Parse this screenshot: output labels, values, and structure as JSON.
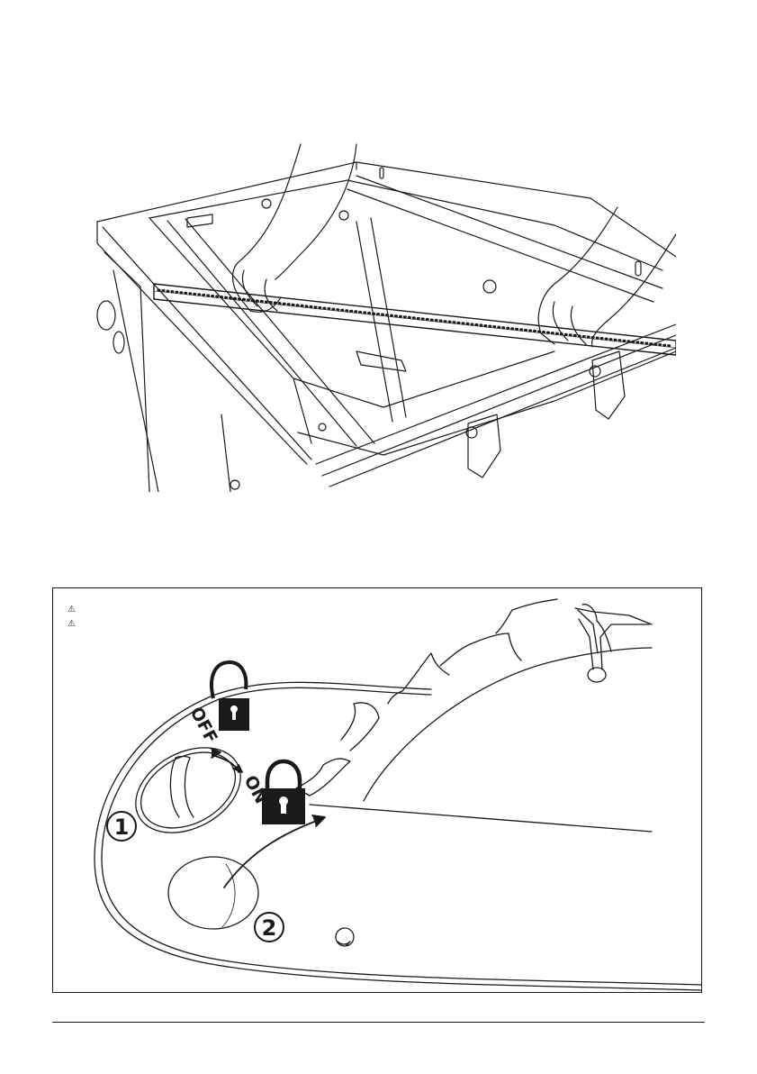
{
  "figures": {
    "top": {
      "icons": [
        "table-saw-icon",
        "measuring-rule-icon",
        "hand-icon"
      ]
    },
    "bottom": {
      "warning_symbol": "⚠",
      "warnings": [
        "",
        ""
      ],
      "lock_states": {
        "off": "OFF",
        "on": "ON"
      },
      "callouts": {
        "one": "1",
        "two": "2"
      },
      "icons": [
        "warning-icon",
        "unlocked-padlock-icon",
        "locked-padlock-icon",
        "double-arrow-icon",
        "curved-arrow-icon",
        "knob-icon",
        "saw-blade-icon"
      ]
    }
  }
}
